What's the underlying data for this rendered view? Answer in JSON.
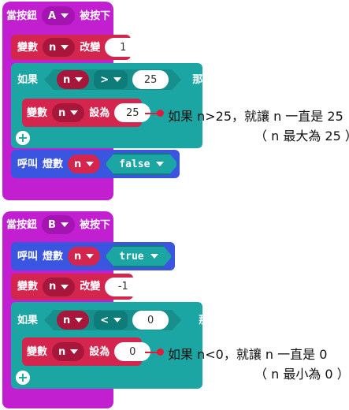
{
  "block1": {
    "hat_label": "當按鈕",
    "button_value": "A",
    "hat_suffix": "被按下",
    "change": {
      "label": "變數",
      "var": "n",
      "action": "改變",
      "amount": "1"
    },
    "if": {
      "label": "如果",
      "var": "n",
      "op": ">",
      "value": "25",
      "then": "那麼"
    },
    "set": {
      "label": "變數",
      "var": "n",
      "action": "設為",
      "value": "25"
    },
    "call": {
      "label": "呼叫",
      "func": "燈數",
      "var": "n",
      "bool": "false"
    },
    "note_line1": "如果 n>25，就讓 n 一直是 25",
    "note_line2": "（ n 最大為 25 ）"
  },
  "block2": {
    "hat_label": "當按鈕",
    "button_value": "B",
    "hat_suffix": "被按下",
    "call": {
      "label": "呼叫",
      "func": "燈數",
      "var": "n",
      "bool": "true"
    },
    "change": {
      "label": "變數",
      "var": "n",
      "action": "改變",
      "amount": "-1"
    },
    "if": {
      "label": "如果",
      "var": "n",
      "op": "<",
      "value": "0",
      "then": "那麼"
    },
    "set": {
      "label": "變數",
      "var": "n",
      "action": "設為",
      "value": "0"
    },
    "note_line1": "如果 n<0，就讓 n 一直是 0",
    "note_line2": "（ n 最小為 0 ）"
  },
  "colors": {
    "event": "#c21fd1",
    "variables": "#d4254f",
    "logic": "#1ba6a3",
    "functions": "#3a55e0",
    "annotation": "#e01b3c"
  }
}
